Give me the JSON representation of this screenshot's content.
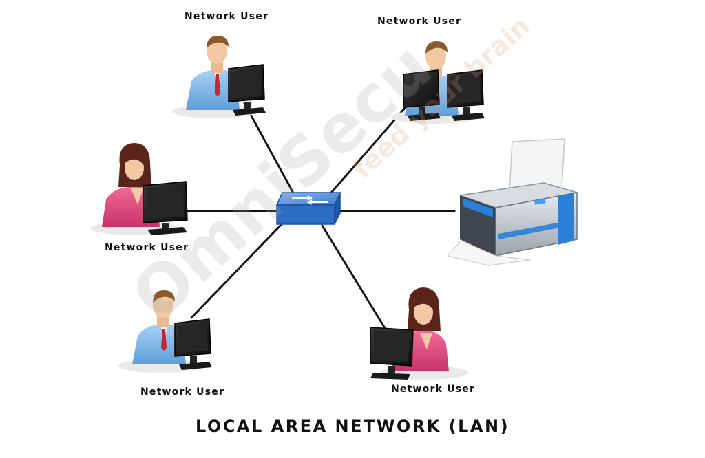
{
  "nodes": {
    "user_top_left": {
      "label": "Network User"
    },
    "user_top_right": {
      "label": "Network User"
    },
    "user_mid_left": {
      "label": "Network User"
    },
    "user_bottom_left": {
      "label": "Network User"
    },
    "user_bottom_right": {
      "label": "Network User"
    },
    "printer": {
      "label": ""
    },
    "switch": {
      "label": ""
    }
  },
  "caption": "LOCAL AREA NETWORK (LAN)",
  "watermark": {
    "brand": "OmniSecu.com",
    "tagline": "feed your brain"
  },
  "colors": {
    "cable": "#111111",
    "switch_blue": "#2b6cc4",
    "male_shirt": "#7fb6e8",
    "female_top": "#e0467a",
    "skin": "#f1c9a5",
    "monitor": "#1c1c1c",
    "printer_accent": "#2a7fd6"
  }
}
